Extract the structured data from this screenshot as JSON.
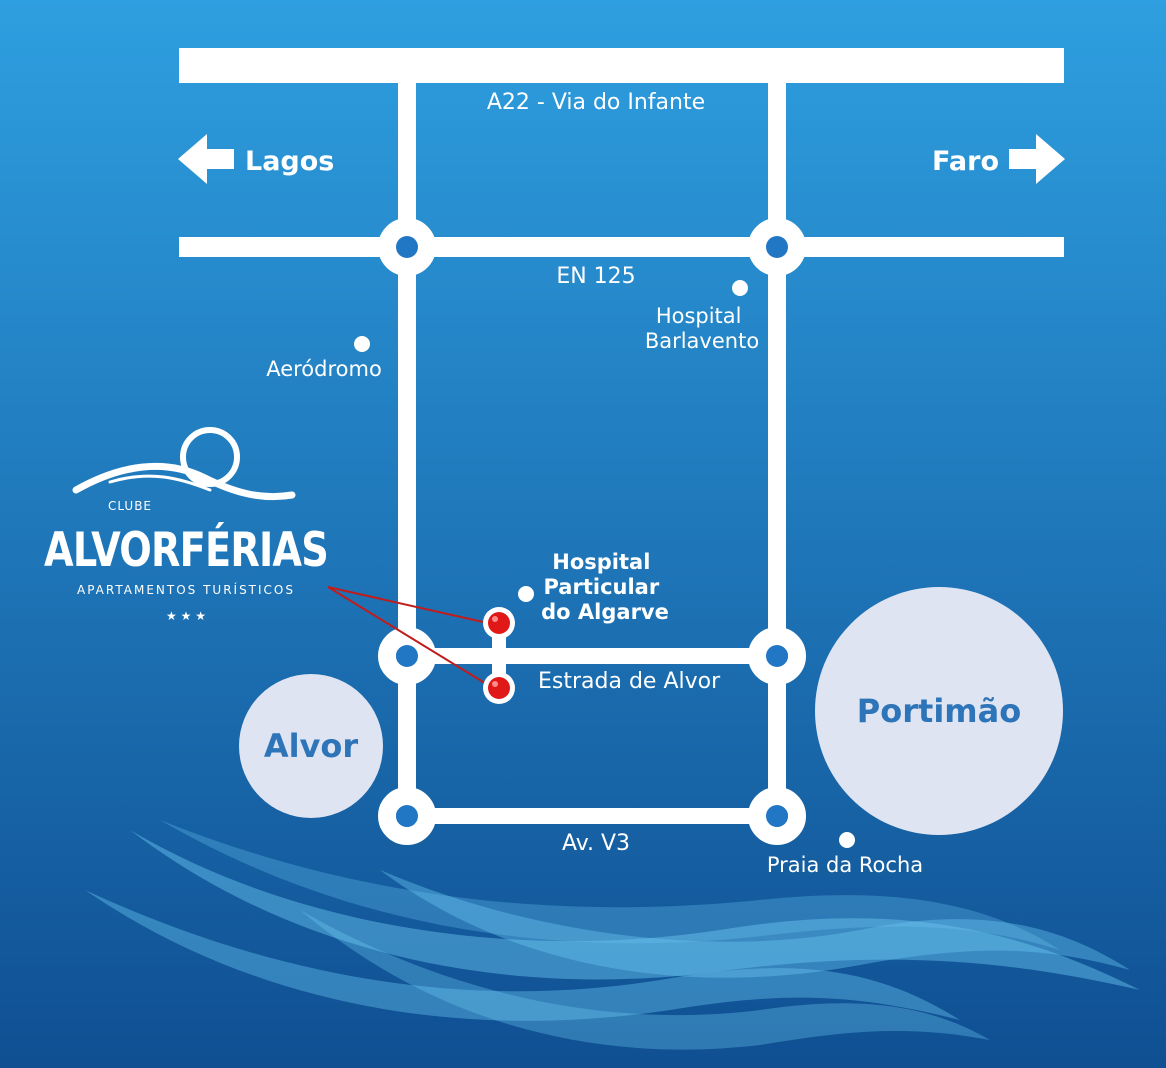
{
  "colors": {
    "background_top": "#2e9fe0",
    "background_bottom": "#0f4f92",
    "road": "#ffffff",
    "town_circle": "#dfe4f3",
    "town_text": "#2d74b8",
    "marker": "#e01818",
    "pointer_line": "#c11c1c",
    "wave": "#6cc8f2"
  },
  "roads": {
    "a22": "A22 - Via do Infante",
    "en125": "EN 125",
    "estrada_alvor": "Estrada de Alvor",
    "av_v3": "Av. V3"
  },
  "directions": {
    "west": {
      "label": "Lagos",
      "icon": "arrow-left-icon"
    },
    "east": {
      "label": "Faro",
      "icon": "arrow-right-icon"
    }
  },
  "poi": {
    "hospital_barlavento": [
      "Hospital",
      "Barlavento"
    ],
    "aerodromo": "Aeródromo",
    "praia_rocha": "Praia da Rocha",
    "hospital_algarve": [
      "Hospital",
      "Particular",
      "do Algarve"
    ]
  },
  "towns": {
    "alvor": "Alvor",
    "portimao": "Portimão"
  },
  "logo": {
    "clube": "CLUBE",
    "name": "ALVORFÉRIAS",
    "subtitle": "APARTAMENTOS TURÍSTICOS",
    "stars": "★ ★ ★"
  }
}
